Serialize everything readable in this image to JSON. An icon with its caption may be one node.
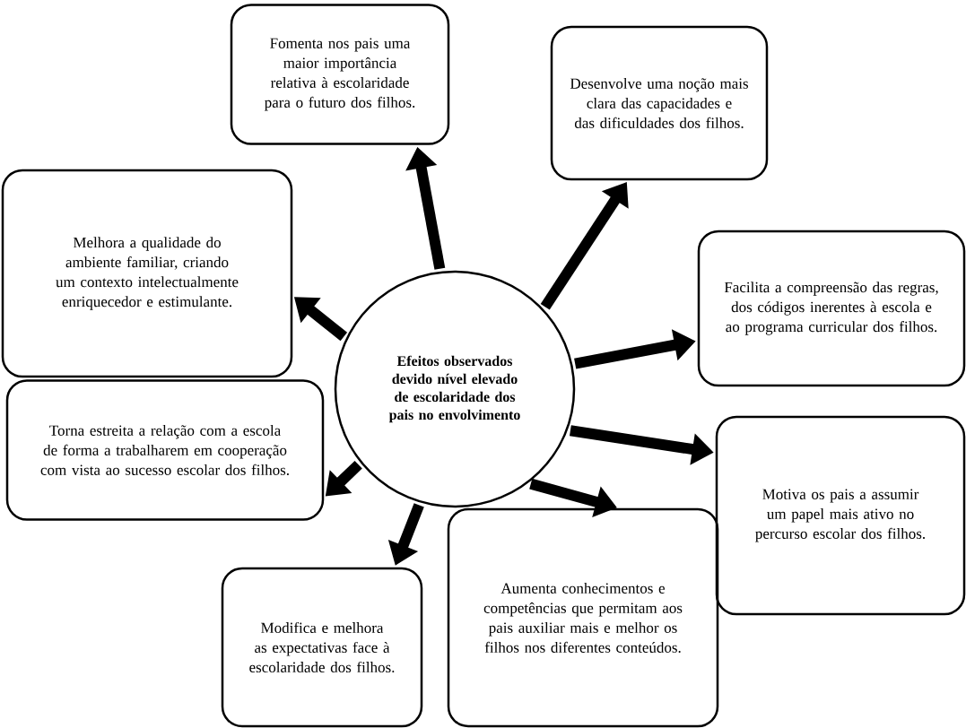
{
  "diagram": {
    "nodes": [
      {
        "text": [
          "Efeitos observados devido nível elevado de escolaridade dos pais no envolvimento"
        ]
      },
      {
        "text": [
          "Fomenta nos pais uma maior importância relativa à escolaridade para o futuro dos filhos."
        ]
      },
      {
        "text": [
          "Desenvolve uma noção mais clara das capacidades e das dificuldades dos filhos."
        ]
      },
      {
        "text": [
          "Melhora a qualidade do ambiente familiar, criando um contexto intelectualmente enriquecedor e estimulante."
        ]
      },
      {
        "text": [
          "Facilita a compreensão das regras, dos códigos inerentes à escola e ao programa curricular dos filhos."
        ]
      },
      {
        "text": [
          "Torna estreita a relação com a escola de forma a trabalharem em cooperação com vista ao sucesso escolar dos filhos."
        ]
      },
      {
        "text": [
          "Motiva os pais a assumir um papel mais ativo no percurso escolar dos filhos."
        ]
      },
      {
        "text": [
          "Modifica e melhora as expectativas face à escolaridade dos filhos."
        ]
      },
      {
        "text": [
          "Aumenta conhecimentos e competências que permitam aos pais auxiliar mais e melhor os filhos nos diferentes conteúdos."
        ]
      }
    ],
    "edges": [
      {
        "from": 0,
        "to": 1,
        "arrow": "to"
      },
      {
        "from": 0,
        "to": 2,
        "arrow": "to"
      },
      {
        "from": 0,
        "to": 3,
        "arrow": "to"
      },
      {
        "from": 0,
        "to": 4,
        "arrow": "to"
      },
      {
        "from": 0,
        "to": 5,
        "arrow": "to"
      },
      {
        "from": 0,
        "to": 6,
        "arrow": "to"
      },
      {
        "from": 0,
        "to": 7,
        "arrow": "to"
      },
      {
        "from": 0,
        "to": 8,
        "arrow": "to"
      }
    ]
  }
}
